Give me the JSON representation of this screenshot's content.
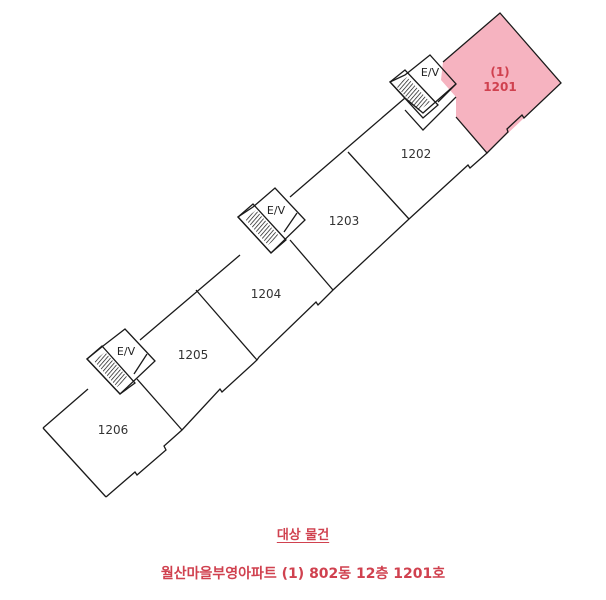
{
  "floor_plan": {
    "target_unit": {
      "marker": "(1)",
      "number": "1201",
      "highlight_color": "#f6b3c0",
      "label_color": "#d0414f"
    },
    "units": [
      {
        "number": "1202"
      },
      {
        "number": "1203"
      },
      {
        "number": "1204"
      },
      {
        "number": "1205"
      },
      {
        "number": "1206"
      }
    ],
    "elevators": [
      {
        "label": "E/V"
      },
      {
        "label": "E/V"
      },
      {
        "label": "E/V"
      }
    ]
  },
  "caption": {
    "title": "대상 물건",
    "subtitle": "월산마을부영아파트 (1) 802동 12층 1201호",
    "color": "#d0414f"
  }
}
